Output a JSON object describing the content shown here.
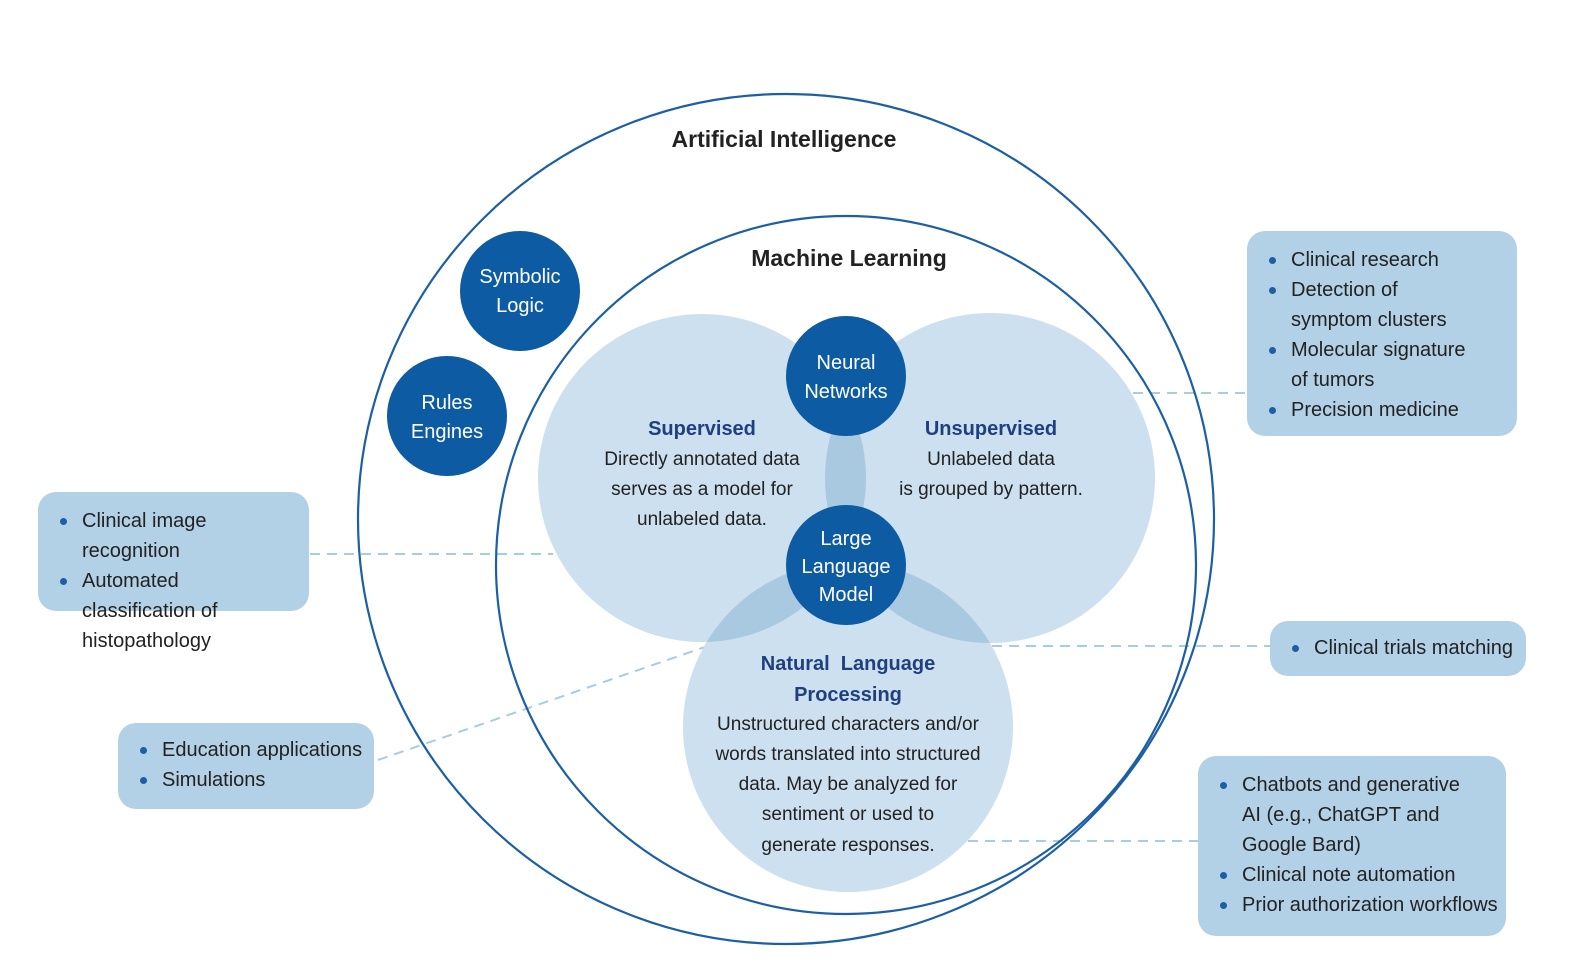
{
  "title": "Artificial Intelligence",
  "machine_learning": {
    "label": "Machine Learning"
  },
  "nodes": {
    "symbolic_logic": [
      "Symbolic",
      "Logic"
    ],
    "rules_engines": [
      "Rules",
      "Engines"
    ],
    "neural_networks": [
      "Neural",
      "Networks"
    ],
    "large_language_model": [
      "Large",
      "Language",
      "Model"
    ]
  },
  "regions": {
    "supervised": {
      "title": "Supervised",
      "lines": [
        "Directly annotated data",
        "serves as a model for",
        "unlabeled data."
      ]
    },
    "unsupervised": {
      "title": "Unsupervised",
      "lines": [
        "Unlabeled data",
        "is grouped by pattern."
      ]
    },
    "nlp": {
      "title_lines": [
        "Natural  Language",
        "Processing"
      ],
      "lines": [
        "Unstructured characters and/or",
        "words translated into structured",
        "data. May be analyzed for",
        "sentiment or used to",
        "generate responses."
      ]
    }
  },
  "boxes": {
    "unsupervised_examples": [
      "Clinical research",
      "Detection of symptom clusters",
      "Molecular signature of tumors",
      "Precision medicine"
    ],
    "supervised_examples": [
      "Clinical image recognition",
      "Automated classification of histopathology"
    ],
    "llm_examples": [
      "Clinical trials matching"
    ],
    "nlp_education_examples": [
      "Education applications",
      "Simulations"
    ],
    "nlp_examples": [
      "Chatbots and generative AI (e.g., ChatGPT and Google Bard)",
      "Clinical note automation",
      "Prior authorization workflows"
    ]
  },
  "colors": {
    "outline": "#1c5fa5",
    "node_fill": "#0d5ba3",
    "region_fill": "#cde0ef",
    "overlap_fill": "#a9c9e1",
    "box_fill": "#b3d1e6",
    "connector": "#a9cbe3",
    "heading_text": "#1f3f80",
    "body_text": "#222222"
  }
}
